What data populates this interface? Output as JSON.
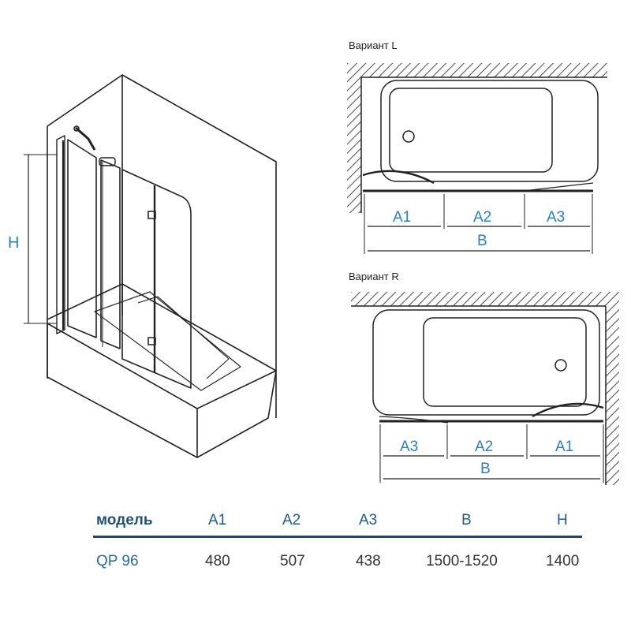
{
  "perspective": {
    "height_label": "H"
  },
  "variant_l": {
    "title": "Вариант L",
    "labels": {
      "a1": "A1",
      "a2": "A2",
      "a3": "A3",
      "b": "B"
    }
  },
  "variant_r": {
    "title": "Вариант R",
    "labels": {
      "a3": "A3",
      "a2": "A2",
      "a1": "A1",
      "b": "B"
    }
  },
  "table": {
    "headers": {
      "model": "модель",
      "a1": "A1",
      "a2": "A2",
      "a3": "A3",
      "b": "B",
      "h": "H"
    },
    "row": {
      "model": "QP 96",
      "a1": "480",
      "a2": "507",
      "a3": "438",
      "b": "1500-1520",
      "h": "1400"
    }
  },
  "colors": {
    "label_blue": "#2a7fc0",
    "header_blue": "#1f5a8a",
    "rule": "#1f4a6e"
  }
}
